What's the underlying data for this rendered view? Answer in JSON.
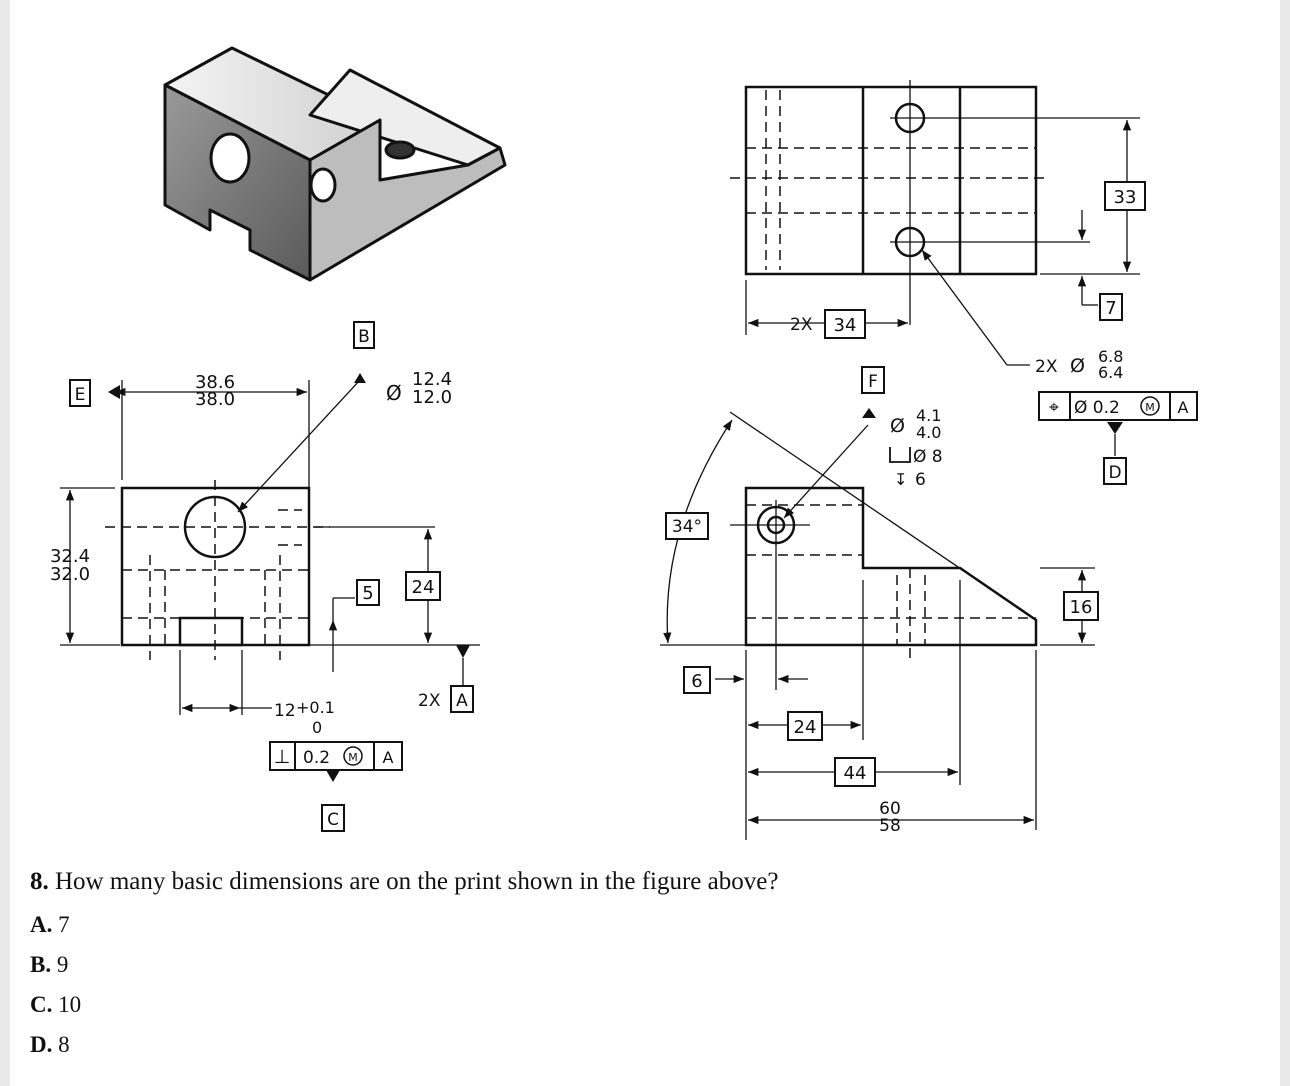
{
  "figure": {
    "datums": [
      "A",
      "B",
      "C",
      "D",
      "E",
      "F"
    ],
    "front_view": {
      "width_dim": [
        "38.6",
        "38.0"
      ],
      "height_dim": [
        "32.4",
        "32.0"
      ],
      "hole_dia": [
        "12.4",
        "12.0"
      ],
      "basic_5": "5",
      "basic_24": "24",
      "slot_width": "12",
      "slot_tol_upper": "+0.1",
      "slot_tol_lower": "0",
      "fcf_symbol": "⊥",
      "fcf_tol": "0.2",
      "fcf_mod": "M",
      "fcf_datum": "A",
      "datum_label_2x": "2X"
    },
    "top_view": {
      "basic_33": "33",
      "basic_7": "7",
      "basic_34": "34",
      "prefix_2x": "2X",
      "hole_count": "2X",
      "hole_dia": [
        "6.8",
        "6.4"
      ],
      "fcf_symbol": "⌖",
      "fcf_tol": "Ø 0.2",
      "fcf_mod": "M",
      "fcf_datum": "A"
    },
    "side_view": {
      "angle_basic": "34°",
      "basic_16": "16",
      "basic_6": "6",
      "basic_24": "24",
      "basic_44": "44",
      "overall": [
        "60",
        "58"
      ],
      "hole_dia": [
        "4.1",
        "4.0"
      ],
      "cbore_dia": "Ø 8",
      "cbore_depth": "6"
    }
  },
  "question": {
    "number": "8.",
    "text": "How many basic dimensions are on the print shown in the figure above?"
  },
  "options": [
    {
      "letter": "A.",
      "text": "7"
    },
    {
      "letter": "B.",
      "text": "9"
    },
    {
      "letter": "C.",
      "text": "10"
    },
    {
      "letter": "D.",
      "text": "8"
    }
  ]
}
